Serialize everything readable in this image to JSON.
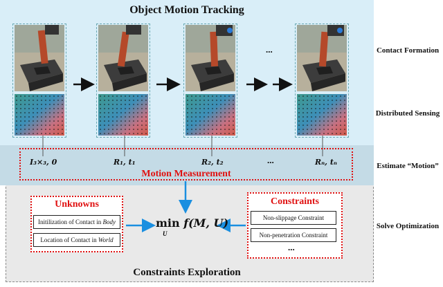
{
  "top_section": {
    "title": "Object Motion Tracking"
  },
  "bottom_section": {
    "title": "Constraints Exploration"
  },
  "right_labels": {
    "contact_formation": "Contact Formation",
    "distributed_sensing": "Distributed Sensing",
    "estimate_motion": "Estimate “Motion”",
    "solve_optimization": "Solve Optimization"
  },
  "sequence_ellipsis": "...",
  "measurements": {
    "m0": "I₃×₃, 0",
    "m1": "R₁, t₁",
    "m2": "R₂, t₂",
    "m_dots": "...",
    "mn": "Rₙ, tₙ"
  },
  "motion_measurement_label": "Motion Measurement",
  "unknowns": {
    "title": "Unknowns",
    "item1_text": "Initilization of Contact in ",
    "item1_em": "Body",
    "item2_text": "Location of Contact in ",
    "item2_em": "World"
  },
  "constraints": {
    "title": "Constraints",
    "item1": "Non-slippage Constraint",
    "item2": "Non-penetration Constraint",
    "ellipsis": "..."
  },
  "optimization": {
    "min": "min",
    "subscript": "U",
    "expression": "f(M, U)"
  },
  "colors": {
    "accent_red": "#e01010",
    "arrow_blue": "#1a8fe0",
    "panel_blue": "#d9eef8",
    "panel_gray": "#e9e9e9"
  }
}
